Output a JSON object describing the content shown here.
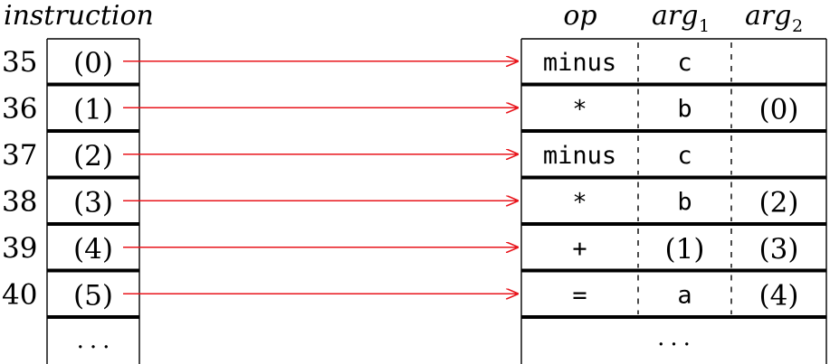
{
  "headers": {
    "instruction": "instruction",
    "op": "op",
    "arg1_base": "arg",
    "arg1_sub": "1",
    "arg2_base": "arg",
    "arg2_sub": "2"
  },
  "instruction_rows": [
    {
      "index": "35",
      "pointer": "(0)"
    },
    {
      "index": "36",
      "pointer": "(1)"
    },
    {
      "index": "37",
      "pointer": "(2)"
    },
    {
      "index": "38",
      "pointer": "(3)"
    },
    {
      "index": "39",
      "pointer": "(4)"
    },
    {
      "index": "40",
      "pointer": "(5)"
    }
  ],
  "triples": [
    {
      "op": "minus",
      "arg1": "c",
      "arg2": ""
    },
    {
      "op": "*",
      "arg1": "b",
      "arg2": "(0)"
    },
    {
      "op": "minus",
      "arg1": "c",
      "arg2": ""
    },
    {
      "op": "*",
      "arg1": "b",
      "arg2": "(2)"
    },
    {
      "op": "+",
      "arg1": "(1)",
      "arg2": "(3)"
    },
    {
      "op": "=",
      "arg1": "a",
      "arg2": "(4)"
    }
  ],
  "ellipsis_left": "...",
  "ellipsis_right": "...",
  "colors": {
    "arrow": "#e8141b",
    "line": "#000000"
  }
}
